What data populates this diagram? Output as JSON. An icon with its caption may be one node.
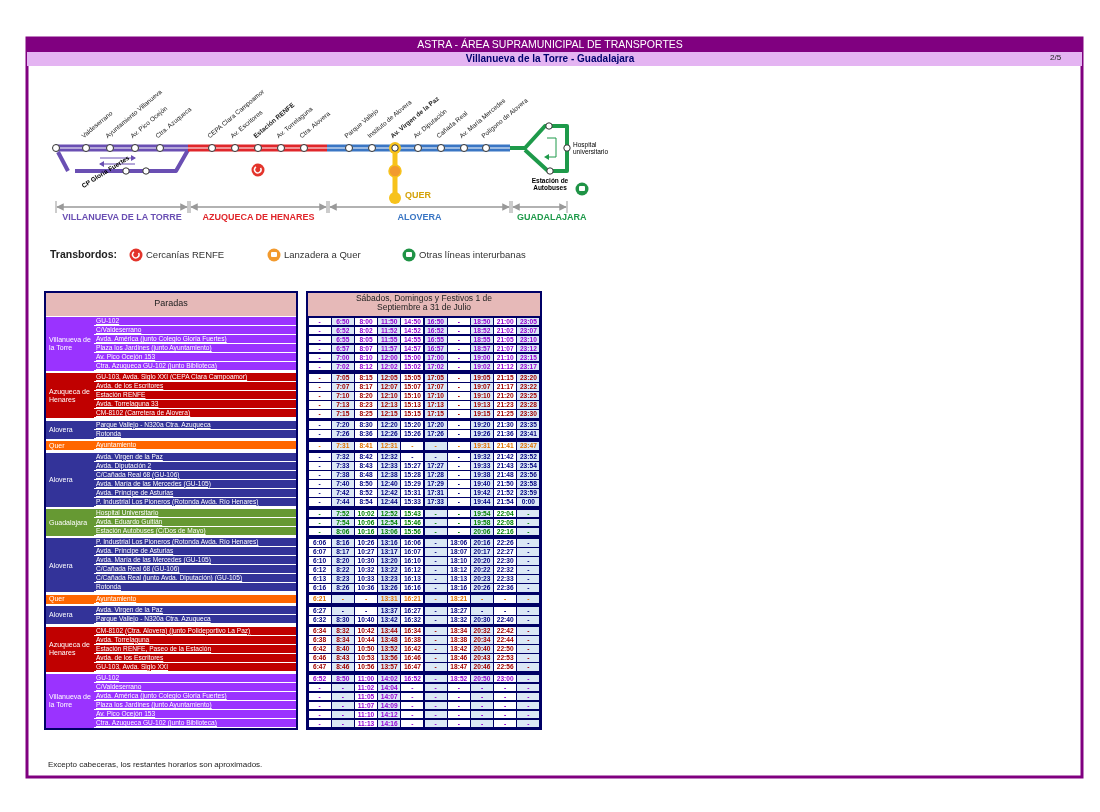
{
  "diagram": {
    "title": "ASTRA - ÁREA SUPRAMUNICIPAL DE TRANSPORTES",
    "labels": [
      "Villanueva de la Torre - Guadalajara",
      "2/5",
      "Valdeserrano",
      "Ayuntamiento Villanueva",
      "Av. Pico Ocejón",
      "Ctra. Azuqueca",
      "CP Gloria Fuertes",
      "CEPA Clara Campoamor",
      "Av. Escritores",
      "Estación RENFE",
      "Av. Torrelaguna",
      "Ctra. Alovera",
      "Parque Vallejo",
      "Instituto de Alovera",
      "Av. Virgen de la Paz",
      "Av. Diputación",
      "Cañada Real",
      "Av. María Mercedes",
      "Polígono de Alovera",
      "Hospital universitario",
      "Estación de Autobuses",
      "QUER",
      "VILLANUEVA DE LA TORRE",
      "AZUQUECA DE HENARES",
      "ALOVERA",
      "GUADALAJARA",
      "Transbordos:",
      "Paradas",
      "Sábados, Domingos y Festivos 1 de Septiembre a 31 de Julio",
      "Villanueva de la Torre",
      "GU-102",
      "-",
      "6:50",
      "8:00",
      "11:50",
      "14:50",
      "16:50",
      "-",
      "18:50",
      "21:00",
      "23:05",
      "C/Valdeserrano",
      "-",
      "6:52",
      "8:02",
      "11:52",
      "14:52",
      "16:52",
      "-",
      "18:52",
      "21:02",
      "23:07",
      "Avda. América (junto Colegio Gloria Fuertes)",
      "-",
      "6:55",
      "8:05",
      "11:55",
      "14:55",
      "16:55",
      "-",
      "18:55",
      "21:05",
      "23:10",
      "Plaza los Jardines (junto Ayuntamiento)",
      "-",
      "6:57",
      "8:07",
      "11:57",
      "14:57",
      "16:57",
      "-",
      "18:57",
      "21:07",
      "23:12",
      "Av. Pico Ocejón 153",
      "-",
      "7:00",
      "8:10",
      "12:00",
      "15:00",
      "17:00",
      "-",
      "19:00",
      "21:10",
      "23:15",
      "Ctra. Azuqueca GU-102 (junto Biblioteca)",
      "-",
      "7:02",
      "8:12",
      "12:02",
      "15:02",
      "17:02",
      "-",
      "19:02",
      "21:12",
      "23:17",
      "Azuqueca de Henares",
      "GU-103, Avda. Siglo XXI (CEPA Clara Campoamor)",
      "-",
      "7:05",
      "8:15",
      "12:05",
      "15:05",
      "17:05",
      "-",
      "19:05",
      "21:15",
      "23:20",
      "Avda. de los Escritores",
      "-",
      "7:07",
      "8:17",
      "12:07",
      "15:07",
      "17:07",
      "-",
      "19:07",
      "21:17",
      "23:22",
      "Estación RENFE",
      "-",
      "7:10",
      "8:20",
      "12:10",
      "15:10",
      "17:10",
      "-",
      "19:10",
      "21:20",
      "23:25",
      "Avda. Torrelaguna 33",
      "-",
      "7:13",
      "8:23",
      "12:13",
      "15:13",
      "17:13",
      "-",
      "19:13",
      "21:23",
      "23:28",
      "CM-8102 (Carretera de Alovera)",
      "-",
      "7:15",
      "8:25",
      "12:15",
      "15:15",
      "17:15",
      "-",
      "19:15",
      "21:25",
      "23:30",
      "Alovera",
      "Parque Vallejo - N320a Ctra. Azuqueca",
      "-",
      "7:20",
      "8:30",
      "12:20",
      "15:20",
      "17:20",
      "-",
      "19:20",
      "21:30",
      "23:35",
      "Rotonda",
      "-",
      "7:26",
      "8:36",
      "12:26",
      "15:26",
      "17:26",
      "-",
      "19:26",
      "21:36",
      "23:41",
      "Quer",
      "Ayuntamiento",
      "-",
      "7:31",
      "8:41",
      "12:31",
      "-",
      "-",
      "-",
      "19:31",
      "21:41",
      "23:47",
      "Alovera",
      "Avda. Virgen de la Paz",
      "-",
      "7:32",
      "8:42",
      "12:32",
      "-",
      "-",
      "-",
      "19:32",
      "21:42",
      "23:52",
      "Avda. Diputación 2",
      "-",
      "7:33",
      "8:43",
      "12:33",
      "15:27",
      "17:27",
      "-",
      "19:33",
      "21:43",
      "23:54",
      "C/Cañada Real 68 (GU-106)",
      "-",
      "7:38",
      "8:48",
      "12:38",
      "15:28",
      "17:28",
      "-",
      "19:38",
      "21:48",
      "23:56",
      "Avda. María de las Mercedes (GU-105)",
      "-",
      "7:40",
      "8:50",
      "12:40",
      "15:29",
      "17:29",
      "-",
      "19:40",
      "21:50",
      "23:58",
      "Avda. Príncipe de Asturias",
      "-",
      "7:42",
      "8:52",
      "12:42",
      "15:31",
      "17:31",
      "-",
      "19:42",
      "21:52",
      "23:59",
      "P. Industrial Los Pioneros (Rotonda Avda. Río Henares)",
      "-",
      "7:44",
      "8:54",
      "12:44",
      "15:33",
      "17:33",
      "-",
      "19:44",
      "21:54",
      "0:00",
      "Guadalajara",
      "Hospital Universitario",
      "-",
      "7:52",
      "10:02",
      "12:52",
      "15:43",
      "-",
      "-",
      "19:54",
      "22:04",
      "-",
      "Avda. Eduardo Guitián",
      "-",
      "7:54",
      "10:06",
      "12:54",
      "15:46",
      "-",
      "-",
      "19:58",
      "22:08",
      "-",
      "Estación Autobuses (C/Dos de Mayo)",
      "-",
      "8:06",
      "10:16",
      "13:06",
      "15:56",
      "-",
      "-",
      "20:06",
      "22:16",
      "-",
      "Alovera",
      "P. Industrial Los Pioneros (Rotonda Avda. Río Henares)",
      "6:06",
      "8:16",
      "10:26",
      "13:16",
      "16:06",
      "-",
      "18:06",
      "20:16",
      "22:26",
      "-",
      "Avda. Príncipe de Asturias",
      "6:07",
      "8:17",
      "10:27",
      "13:17",
      "16:07",
      "-",
      "18:07",
      "20:17",
      "22:27",
      "-",
      "Avda. María de las Mercedes (GU-105)",
      "6:10",
      "8:20",
      "10:30",
      "13:20",
      "16:10",
      "-",
      "18:10",
      "20:20",
      "22:30",
      "-",
      "C/Cañada Real 68 (GU-106)",
      "6:12",
      "8:22",
      "10:32",
      "13:22",
      "16:12",
      "-",
      "18:12",
      "20:22",
      "22:32",
      "-",
      "C/Cañada Real (junto Avda. Diputación) (GU-105)",
      "6:13",
      "8:23",
      "10:33",
      "13:23",
      "16:13",
      "-",
      "18:13",
      "20:23",
      "22:33",
      "-",
      "Rotonda",
      "6:16",
      "8:26",
      "10:36",
      "13:26",
      "16:16",
      "-",
      "18:16",
      "20:26",
      "22:36",
      "-",
      "Quer",
      "Ayuntamiento",
      "6:21",
      "-",
      "-",
      "13:31",
      "16:21",
      "-",
      "18:21",
      "-",
      "-",
      "-",
      "Alovera",
      "Avda. Virgen de la Paz",
      "6:27",
      "-",
      "-",
      "13:37",
      "16:27",
      "-",
      "18:27",
      "-",
      "-",
      "-",
      "Parque Vallejo - N320a Ctra. Azuqueca",
      "6:32",
      "8:30",
      "10:40",
      "13:42",
      "16:32",
      "-",
      "18:32",
      "20:30",
      "22:40",
      "-",
      "Azuqueca de Henares",
      "CM-8102 (Ctra. Alovera) (junto Polideportivo La Paz)",
      "6:34",
      "8:32",
      "10:42",
      "13:44",
      "16:34",
      "-",
      "18:34",
      "20:32",
      "22:42",
      "-",
      "Avda. Torrelaguna",
      "6:38",
      "8:34",
      "10:44",
      "13:48",
      "16:38",
      "-",
      "18:38",
      "20:34",
      "22:44",
      "-",
      "Estación RENFE, Paseo de la Estación",
      "6:42",
      "8:40",
      "10:50",
      "13:52",
      "16:42",
      "-",
      "18:42",
      "20:40",
      "22:50",
      "-",
      "Avda. de los Escritores",
      "6:46",
      "8:43",
      "10:53",
      "13:56",
      "16:46",
      "-",
      "18:46",
      "20:43",
      "22:53",
      "-",
      "GU-103, Avda. Siglo XXI",
      "6:47",
      "8:46",
      "10:56",
      "13:57",
      "16:47",
      "-",
      "18:47",
      "20:46",
      "22:56",
      "-",
      "Villanueva de la Torre",
      "GU-102",
      "6:52",
      "8:50",
      "11:00",
      "14:02",
      "16:52",
      "-",
      "18:52",
      "20:50",
      "23:00",
      "-",
      "C/Valdeserrano",
      "-",
      "-",
      "11:02",
      "14:04",
      "-",
      "-",
      "-",
      "-",
      "-",
      "-",
      "Avda. América (junto Colegio Gloria Fuertes)",
      "-",
      "-",
      "11:05",
      "14:07",
      "-",
      "-",
      "-",
      "-",
      "-",
      "-",
      "Plaza los Jardines (junto Ayuntamiento)",
      "-",
      "-",
      "11:07",
      "14:09",
      "-",
      "-",
      "-",
      "-",
      "-",
      "-",
      "Av. Pico Ocejón 153",
      "-",
      "-",
      "11:10",
      "14:12",
      "-",
      "-",
      "-",
      "-",
      "-",
      "-",
      "Ctra. Azuqueca GU-102 (junto Biblioteca)",
      "-",
      "-",
      "11:13",
      "14:16",
      "-",
      "-",
      "-",
      "-",
      "-",
      "-",
      "Excepto cabeceras, los restantes horarios son aproximados."
    ],
    "legend": [
      {
        "text": "Cercanías RENFE",
        "color": "#e3342b"
      },
      {
        "text": "Lanzadera a Quer",
        "color": "#f29a2e"
      },
      {
        "text": "Otras líneas interurbanas",
        "color": "#1f9346"
      }
    ]
  }
}
